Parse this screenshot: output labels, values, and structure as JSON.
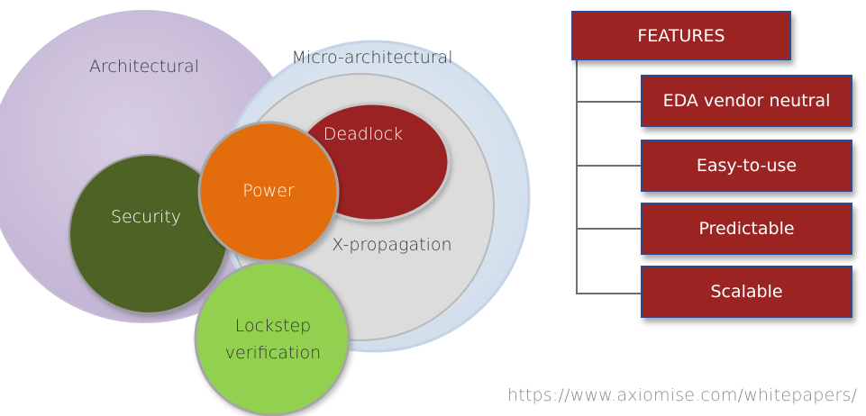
{
  "venn": {
    "architectural": "Architectural",
    "micro_architectural": "Micro-architectural",
    "deadlock": "Deadlock",
    "power": "Power",
    "security": "Security",
    "x_propagation": "X-propagation",
    "lockstep_line1": "Lockstep",
    "lockstep_line2": "verification"
  },
  "features": {
    "header": "FEATURES",
    "items": [
      "EDA vendor neutral",
      "Easy-to-use",
      "Predictable",
      "Scalable"
    ]
  },
  "footer_url": "https://www.axiomise.com/whitepapers/",
  "colors": {
    "architectural": "#cbbfd9",
    "micro_architectural": "#d9e5f1",
    "inner_region": "#dcdcdc",
    "deadlock": "#9b2423",
    "power": "#e36c0a",
    "security": "#4f6228",
    "lockstep": "#92d050",
    "feature_box": "#9b2423",
    "feature_border": "#2f4b8a"
  }
}
